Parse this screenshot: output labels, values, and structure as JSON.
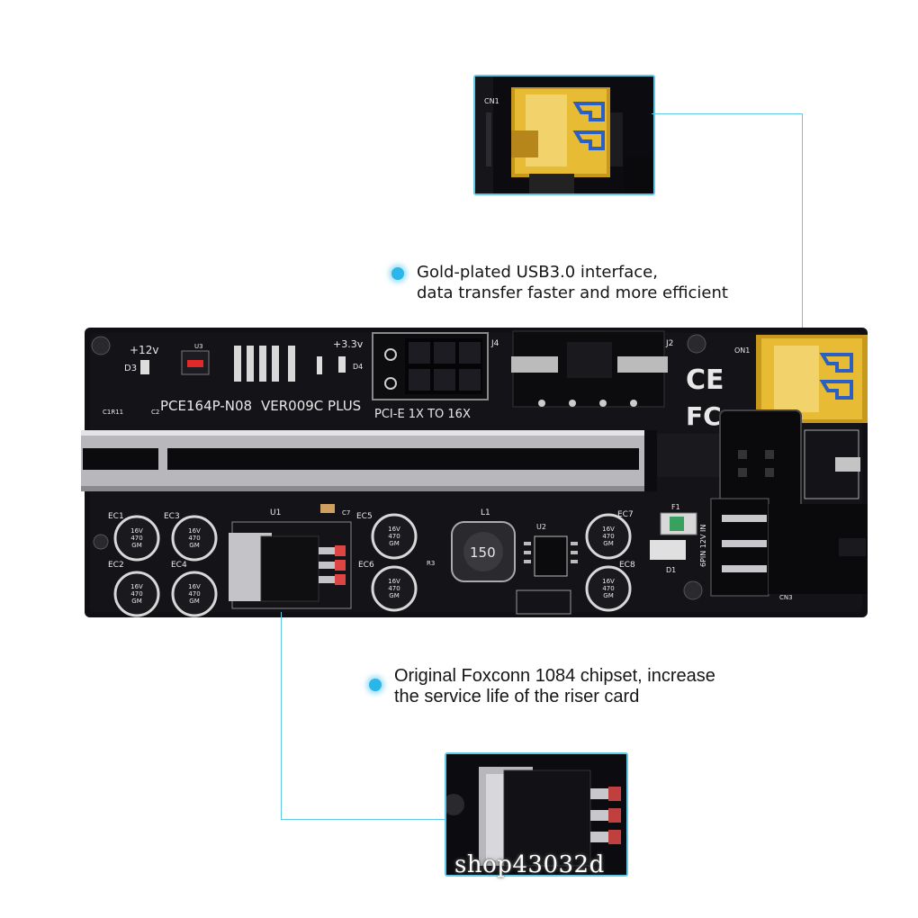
{
  "features": {
    "usb": {
      "line1": "Gold-plated USB3.0 interface,",
      "line2": "data transfer faster and more efficient"
    },
    "chipset": {
      "line1": "Original Foxconn 1084 chipset, increase",
      "line2": "the service life of the riser card"
    }
  },
  "board": {
    "voltage_12": "+12v",
    "voltage_33": "+3.3v",
    "model": "PCE164P-N08",
    "version": "VER009C PLUS",
    "pcie_label": "PCI-E 1X TO 16X",
    "ce_mark": "CE",
    "fcc_mark": "FC",
    "inductor_value": "150",
    "power_label": "6PIN 12V IN",
    "refs": {
      "d3": "D3",
      "u3": "U3",
      "d4": "D4",
      "j4": "J4",
      "j2": "J2",
      "on1": "ON1",
      "c1r11": "C1R11",
      "c2": "C2",
      "u1": "U1",
      "c7": "C7",
      "ec1": "EC1",
      "ec2": "EC2",
      "ec3": "EC3",
      "ec4": "EC4",
      "ec5": "EC5",
      "ec6": "EC6",
      "ec7": "EC7",
      "ec8": "EC8",
      "l1": "L1",
      "u2": "U2",
      "f1": "F1",
      "d1": "D1",
      "cn3": "CN3",
      "cn1": "CN1",
      "r3": "R3"
    },
    "capacitor_text": "16V\n470\nGM"
  },
  "watermark": "shop43032d",
  "colors": {
    "accent": "#29b6e8",
    "connector_line": "#5ec8e6",
    "pcb": "#101014",
    "usb_gold": "#e0b22e",
    "usb_blue": "#2b5fc4",
    "slot_silver": "#b8b8bc"
  }
}
